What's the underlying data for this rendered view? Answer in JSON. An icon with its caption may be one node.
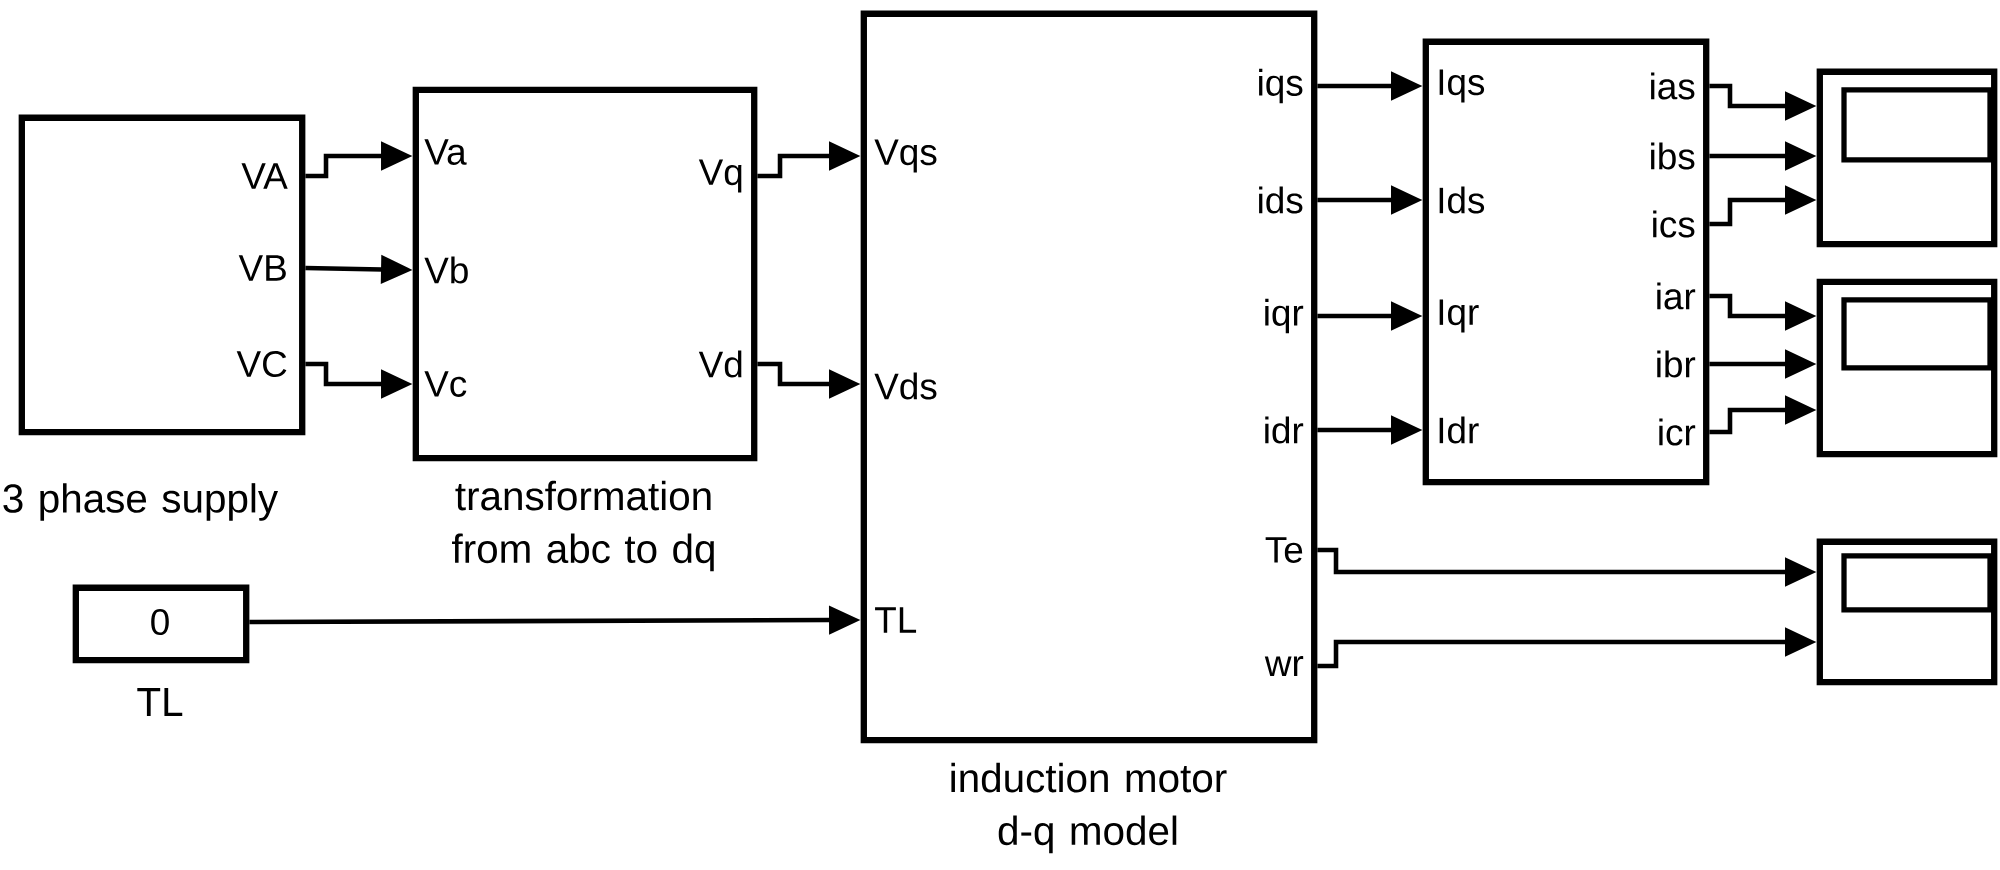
{
  "diagram": {
    "nodes": [
      {
        "text": [
          "VA",
          "VB",
          "VC"
        ],
        "beside": [
          "3 phase supply"
        ]
      },
      {
        "text": [
          "Va",
          "Vb",
          "Vc",
          "Vq",
          "Vd"
        ],
        "beside": [
          "transformation from abc to dq"
        ]
      },
      {
        "text": [
          "0"
        ],
        "beside": [
          "TL"
        ]
      },
      {
        "text": [
          "Vqs",
          "Vds",
          "TL",
          "iqs",
          "ids",
          "iqr",
          "idr",
          "Te",
          "wr"
        ],
        "beside": [
          "induction motor d-q model"
        ]
      },
      {
        "text": [
          "Iqs",
          "Ids",
          "Iqr",
          "Idr",
          "ias",
          "ibs",
          "ics",
          "iar",
          "ibr",
          "icr"
        ]
      },
      {
        "text": [],
        "shape": "box"
      },
      {
        "text": [],
        "shape": "box"
      },
      {
        "text": [],
        "shape": "box"
      }
    ],
    "edges": [
      {
        "from": 0,
        "to": 1,
        "arrow": "to"
      },
      {
        "from": 0,
        "to": 1,
        "arrow": "to"
      },
      {
        "from": 0,
        "to": 1,
        "arrow": "to"
      },
      {
        "from": 1,
        "to": 3,
        "arrow": "to"
      },
      {
        "from": 1,
        "to": 3,
        "arrow": "to"
      },
      {
        "from": 2,
        "to": 3,
        "arrow": "to"
      },
      {
        "from": 3,
        "to": 4,
        "arrow": "to"
      },
      {
        "from": 3,
        "to": 4,
        "arrow": "to"
      },
      {
        "from": 3,
        "to": 4,
        "arrow": "to"
      },
      {
        "from": 3,
        "to": 4,
        "arrow": "to"
      },
      {
        "from": 4,
        "to": 5,
        "arrow": "to"
      },
      {
        "from": 4,
        "to": 5,
        "arrow": "to"
      },
      {
        "from": 4,
        "to": 5,
        "arrow": "to"
      },
      {
        "from": 4,
        "to": 6,
        "arrow": "to"
      },
      {
        "from": 4,
        "to": 6,
        "arrow": "to"
      },
      {
        "from": 4,
        "to": 6,
        "arrow": "to"
      },
      {
        "from": 3,
        "to": 7,
        "arrow": "to"
      },
      {
        "from": 3,
        "to": 7,
        "arrow": "to"
      }
    ]
  }
}
